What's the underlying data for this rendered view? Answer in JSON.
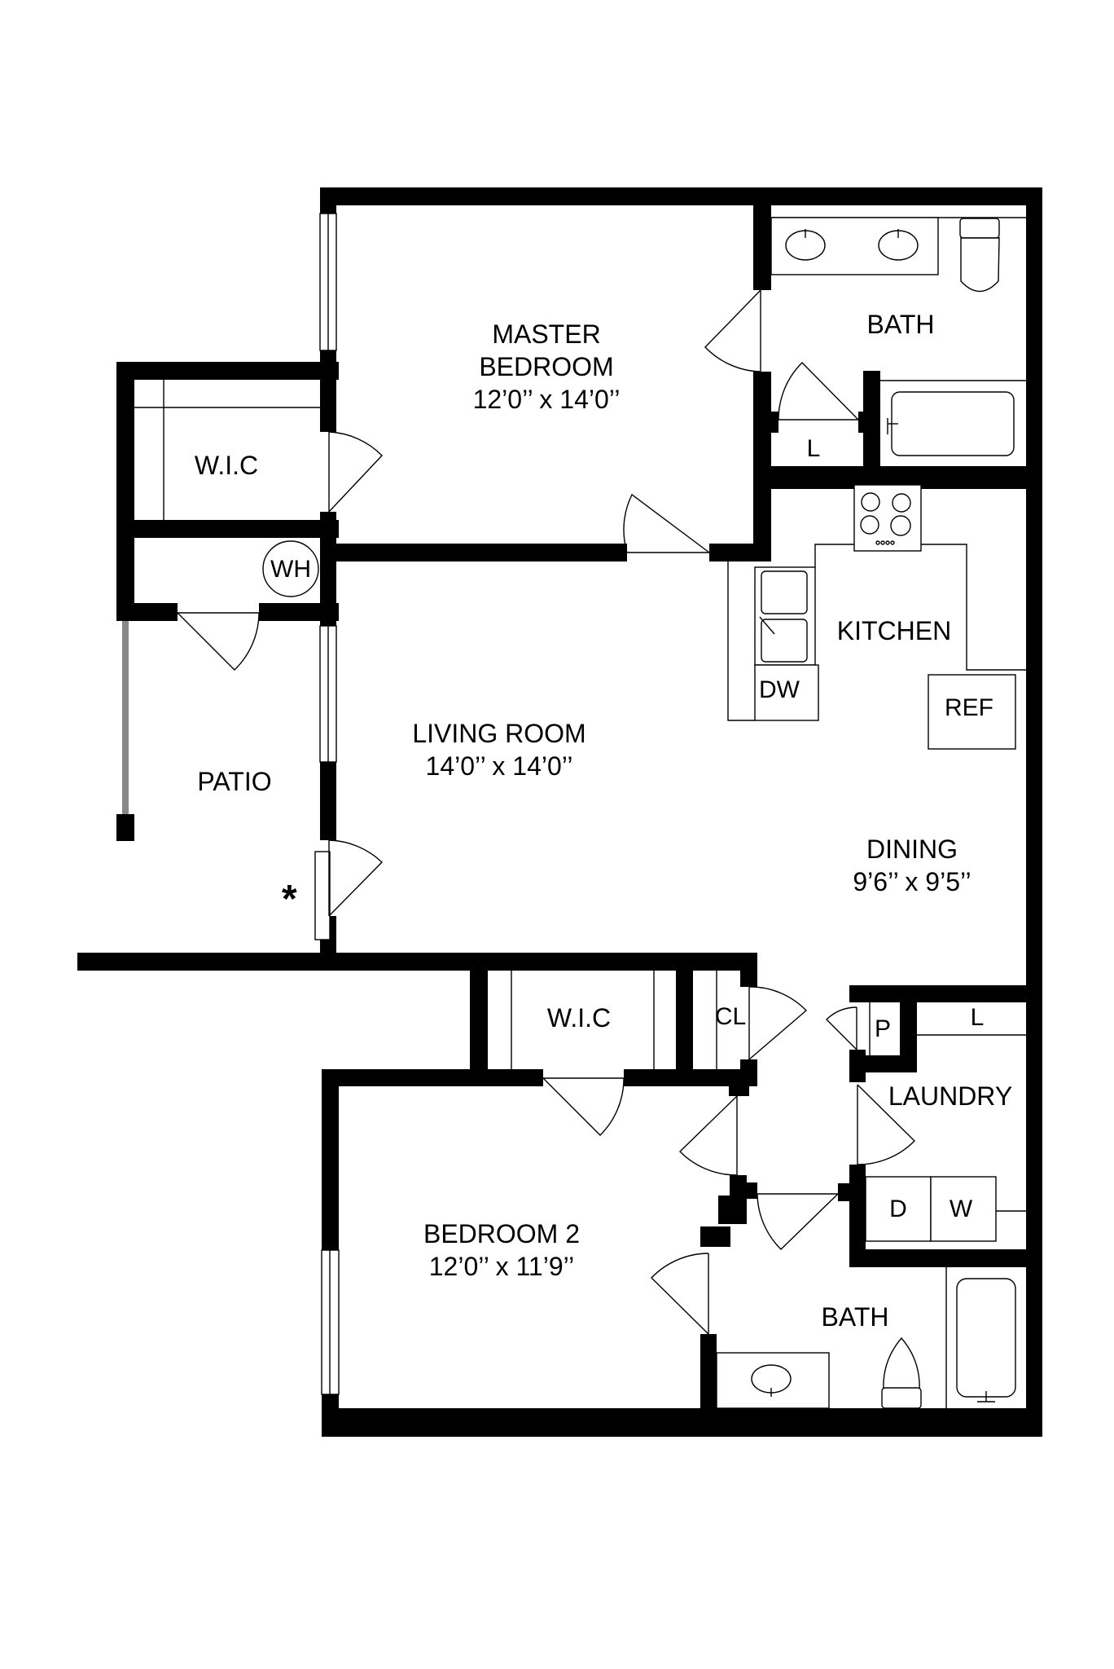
{
  "plan": {
    "rooms": {
      "master_bedroom": {
        "name": "MASTER",
        "name2": "BEDROOM",
        "dims": "12’0’’ x 14’0’’"
      },
      "master_bath": {
        "name": "BATH"
      },
      "master_linen": {
        "name": "L"
      },
      "wic_1": {
        "name": "W.I.C"
      },
      "water_heater": {
        "name": "WH"
      },
      "patio": {
        "name": "PATIO"
      },
      "living_room": {
        "name": "LIVING ROOM",
        "dims": "14’0’’ x 14’0’’"
      },
      "kitchen": {
        "name": "KITCHEN"
      },
      "dishwasher": {
        "name": "DW"
      },
      "refrigerator": {
        "name": "REF"
      },
      "dining": {
        "name": "DINING",
        "dims": "9’6’’ x 9’5’’"
      },
      "wic_2": {
        "name": "W.I.C"
      },
      "closet": {
        "name": "CL"
      },
      "pantry": {
        "name": "P"
      },
      "laundry_linen": {
        "name": "L"
      },
      "laundry": {
        "name": "LAUNDRY"
      },
      "dryer": {
        "name": "D"
      },
      "washer": {
        "name": "W"
      },
      "bedroom_2": {
        "name": "BEDROOM 2",
        "dims": "12’0’’ x 11’9’’"
      },
      "bath_2": {
        "name": "BATH"
      }
    },
    "marker": "*",
    "colors": {
      "wall": "#000000",
      "railing": "#888888",
      "background": "#ffffff"
    }
  }
}
